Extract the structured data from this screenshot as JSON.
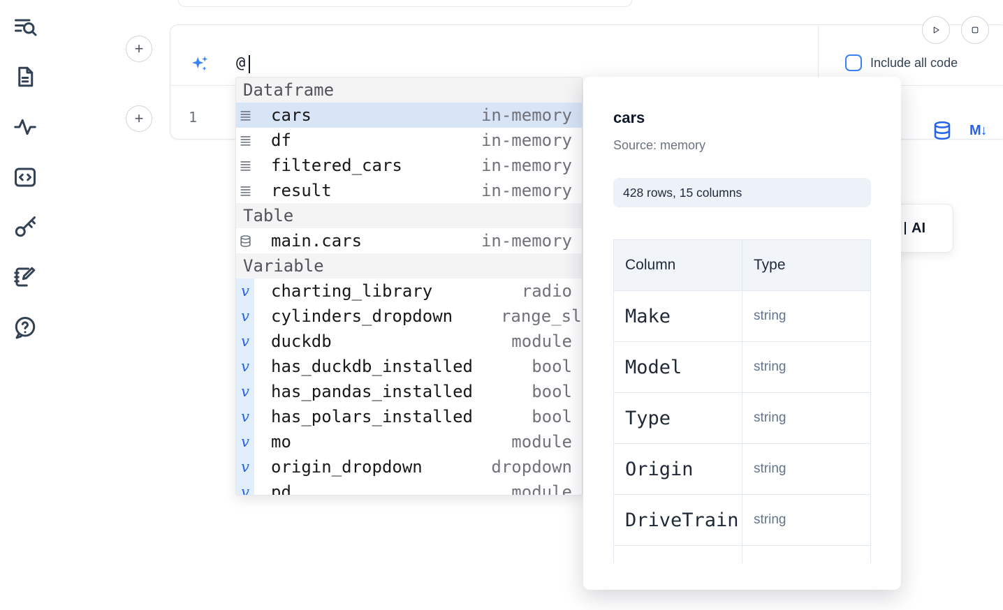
{
  "colors": {
    "accent": "#3b82f6",
    "selection_bg": "#d7e5f7",
    "badge_bg": "#edf2f8",
    "variable_gutter": "#e3eefb"
  },
  "glyphs": {
    "plus": "+",
    "variable": "v",
    "markdown": "M↓"
  },
  "sidebar": {
    "items": [
      {
        "icon": "search-list-icon"
      },
      {
        "icon": "document-icon"
      },
      {
        "icon": "activity-icon"
      },
      {
        "icon": "code-block-icon"
      },
      {
        "icon": "key-icon"
      },
      {
        "icon": "notebook-pen-icon"
      },
      {
        "icon": "help-circle-icon"
      }
    ]
  },
  "cell_toolbar": {
    "include_all_code_label": "Include all code"
  },
  "ai_input": {
    "value": "@"
  },
  "editor": {
    "line_number": "1"
  },
  "ai_button_fragment": {
    "label": "AI"
  },
  "autocomplete": {
    "sections": [
      {
        "label": "Dataframe",
        "items": [
          {
            "icon": "dataframe-icon",
            "name": "cars",
            "detail": "in-memory",
            "selected": true
          },
          {
            "icon": "dataframe-icon",
            "name": "df",
            "detail": "in-memory"
          },
          {
            "icon": "dataframe-icon",
            "name": "filtered_cars",
            "detail": "in-memory"
          },
          {
            "icon": "dataframe-icon",
            "name": "result",
            "detail": "in-memory"
          }
        ]
      },
      {
        "label": "Table",
        "items": [
          {
            "icon": "database-icon",
            "name": "main.cars",
            "detail": "in-memory"
          }
        ]
      },
      {
        "label": "Variable",
        "items": [
          {
            "icon": "variable-icon",
            "name": "charting_library",
            "detail": "radio"
          },
          {
            "icon": "variable-icon",
            "name": "cylinders_dropdown",
            "detail": "range_sli"
          },
          {
            "icon": "variable-icon",
            "name": "duckdb",
            "detail": "module"
          },
          {
            "icon": "variable-icon",
            "name": "has_duckdb_installed",
            "detail": "bool"
          },
          {
            "icon": "variable-icon",
            "name": "has_pandas_installed",
            "detail": "bool"
          },
          {
            "icon": "variable-icon",
            "name": "has_polars_installed",
            "detail": "bool"
          },
          {
            "icon": "variable-icon",
            "name": "mo",
            "detail": "module"
          },
          {
            "icon": "variable-icon",
            "name": "origin_dropdown",
            "detail": "dropdown"
          },
          {
            "icon": "variable-icon",
            "name": "pd",
            "detail": "module"
          }
        ]
      }
    ]
  },
  "preview": {
    "title": "cars",
    "source": "Source: memory",
    "shape": "428 rows, 15 columns",
    "table": {
      "headers": [
        "Column",
        "Type"
      ],
      "rows": [
        [
          "Make",
          "string"
        ],
        [
          "Model",
          "string"
        ],
        [
          "Type",
          "string"
        ],
        [
          "Origin",
          "string"
        ],
        [
          "DriveTrain",
          "string"
        ]
      ]
    }
  }
}
